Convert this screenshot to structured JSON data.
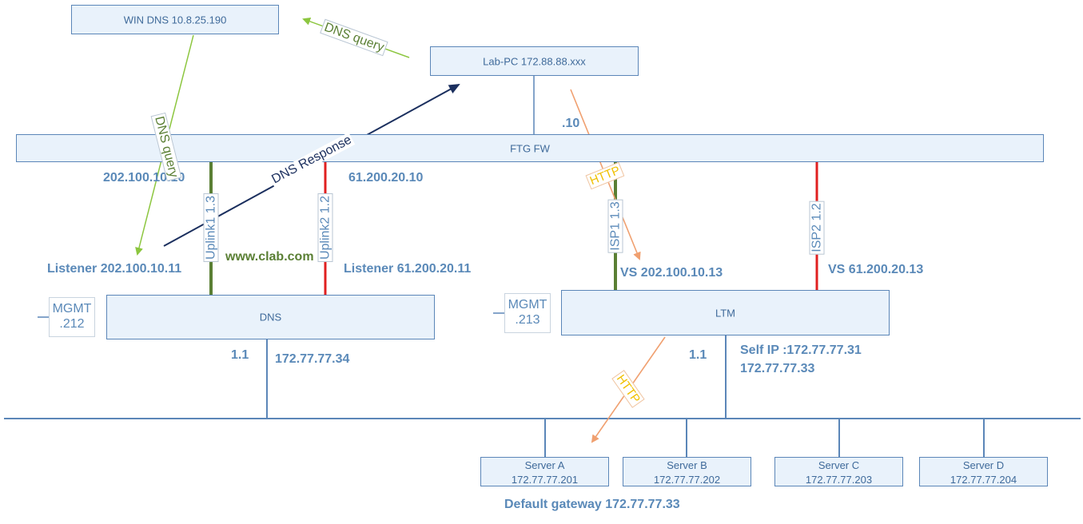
{
  "nodes": {
    "win_dns": "WIN DNS 10.8.25.190",
    "lab_pc": "Lab-PC 172.88.88.xxx",
    "ftg_fw": "FTG FW",
    "dns": "DNS",
    "ltm": "LTM"
  },
  "servers": [
    {
      "name": "Server A",
      "ip": "172.77.77.201"
    },
    {
      "name": "Server B",
      "ip": "172.77.77.202"
    },
    {
      "name": "Server C",
      "ip": "172.77.77.203"
    },
    {
      "name": "Server D",
      "ip": "172.77.77.204"
    }
  ],
  "labels": {
    "fw_inside": ".10",
    "uplink1_ip": "202.100.10.10",
    "uplink2_ip": "61.200.20.10",
    "listener1": "Listener 202.100.10.11",
    "listener2": "Listener 61.200.20.11",
    "domain": "www.clab.com",
    "vs1": "VS 202.100.10.13",
    "vs2": "VS 61.200.20.13",
    "dns_int_a": "1.1",
    "dns_int_b": "172.77.77.34",
    "ltm_int": "1.1",
    "self_ip_1": "Self IP :172.77.77.31",
    "self_ip_2": "172.77.77.33",
    "default_gateway": "Default gateway 172.77.77.33"
  },
  "mgmt": {
    "dns_line1": "MGMT",
    "dns_line2": ".212",
    "ltm_line1": "MGMT",
    "ltm_line2": ".213"
  },
  "links": {
    "uplink1": "Uplink1 1.3",
    "uplink2": "Uplink2 1.2",
    "isp1": "ISP1 1.3",
    "isp2": "ISP2 1.2"
  },
  "flows": {
    "dns_query_top": "DNS query",
    "dns_query_down": "DNS query",
    "dns_response": "DNS Response",
    "http_in": "HTTP",
    "http_out": "HTTP"
  },
  "colors": {
    "box_fill": "#e9f2fb",
    "box_border": "#5b86b8",
    "line": "#5b86b8",
    "green_link": "#5a7f34",
    "red_link": "#e02020",
    "dns_query_arrow": "#8cc63f",
    "dns_response_arrow": "#1b2f5e",
    "http_arrow": "#f0a070",
    "http_text": "#f0c000"
  }
}
